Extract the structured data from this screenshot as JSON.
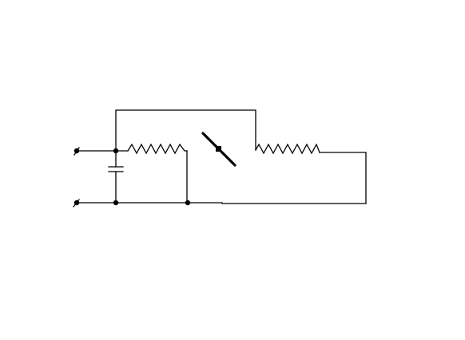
{
  "diagram": {
    "kind": "electrical-circuit",
    "colors": {
      "background": "#ffffff",
      "ink": "#000000"
    },
    "components": [
      {
        "type": "input-terminal",
        "position": "upper-left"
      },
      {
        "type": "input-terminal",
        "position": "lower-left"
      },
      {
        "type": "capacitor",
        "position": "left-vertical-branch"
      },
      {
        "type": "resistor",
        "position": "left-upper-branch"
      },
      {
        "type": "switch",
        "state": "diagonal",
        "position": "center"
      },
      {
        "type": "resistor",
        "position": "right-upper-branch"
      }
    ]
  }
}
